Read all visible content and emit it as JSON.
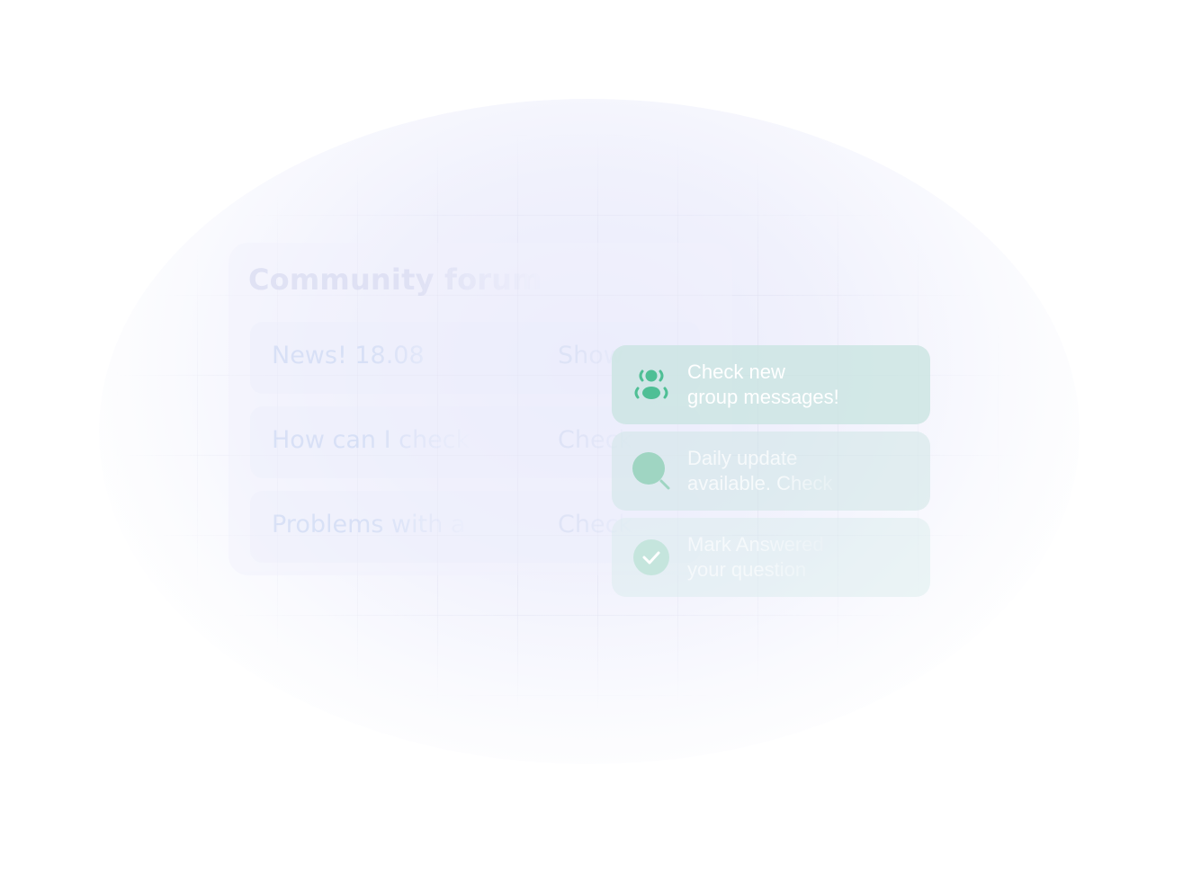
{
  "forum": {
    "title": "Community forum",
    "rows": [
      {
        "topic": "News! 18.08",
        "action": "Show"
      },
      {
        "topic": "How can I check",
        "action": "Check"
      },
      {
        "topic": "Problems with a",
        "action": "Check"
      }
    ]
  },
  "notifications": [
    {
      "icon": "group-icon",
      "line1": "Check new",
      "line2": "group messages!"
    },
    {
      "icon": "search-icon",
      "line1": "Daily update",
      "line2": "available. Check"
    },
    {
      "icon": "checkmark-icon",
      "line1": "Mark Answered",
      "line2": "your question"
    }
  ],
  "colors": {
    "accent_green": "#4fbf95",
    "notification_bg": "#c9e4e0",
    "glow": "#e8e9fc"
  }
}
